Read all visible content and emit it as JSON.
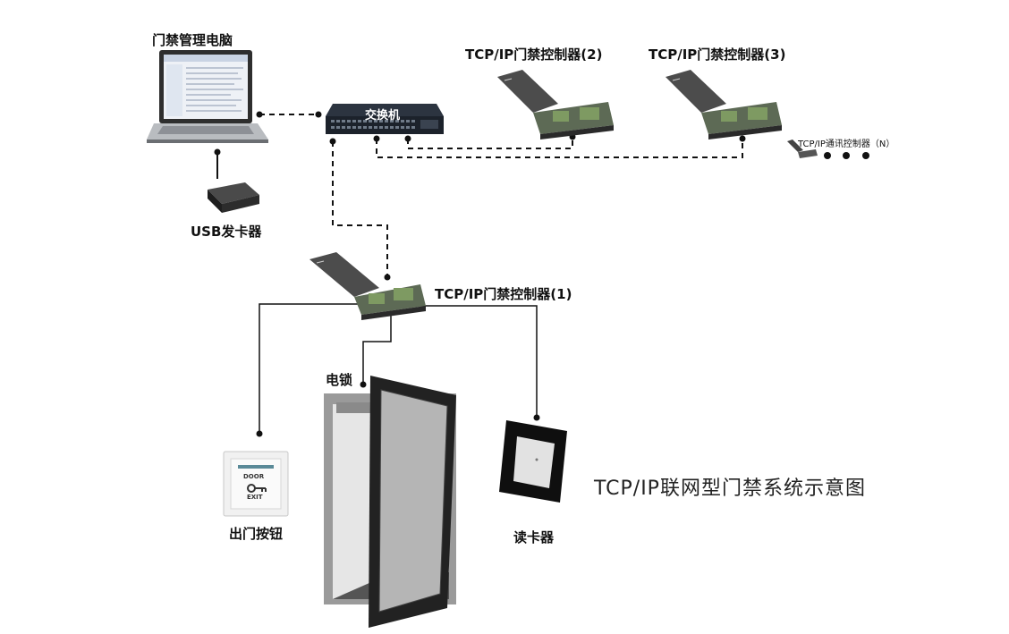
{
  "labels": {
    "pc": "门禁管理电脑",
    "switch": "交换机",
    "usb_reader": "USB发卡器",
    "ctrl2": "TCP/IP门禁控制器(2)",
    "ctrl3": "TCP/IP门禁控制器(3)",
    "ctrlN": "TCP/IP通讯控制器（N）",
    "ctrl1": "TCP/IP门禁控制器(1)",
    "lock": "电锁",
    "exit_button": "出门按钮",
    "card_reader": "读卡器",
    "button_door": "DOOR",
    "button_exit": "EXIT"
  },
  "title": "TCP/IP联网型门禁系统示意图",
  "colors": {
    "line": "#111111",
    "device_dark": "#3a3a3a",
    "board_green": "#5a7a4a",
    "door_frame": "#2b2b2b",
    "glass": "#d9d9d9"
  },
  "icons": [
    "laptop-icon",
    "switch-icon",
    "usb-reader-icon",
    "controller-icon",
    "exit-button-icon",
    "card-reader-icon",
    "door-icon",
    "key-icon"
  ]
}
